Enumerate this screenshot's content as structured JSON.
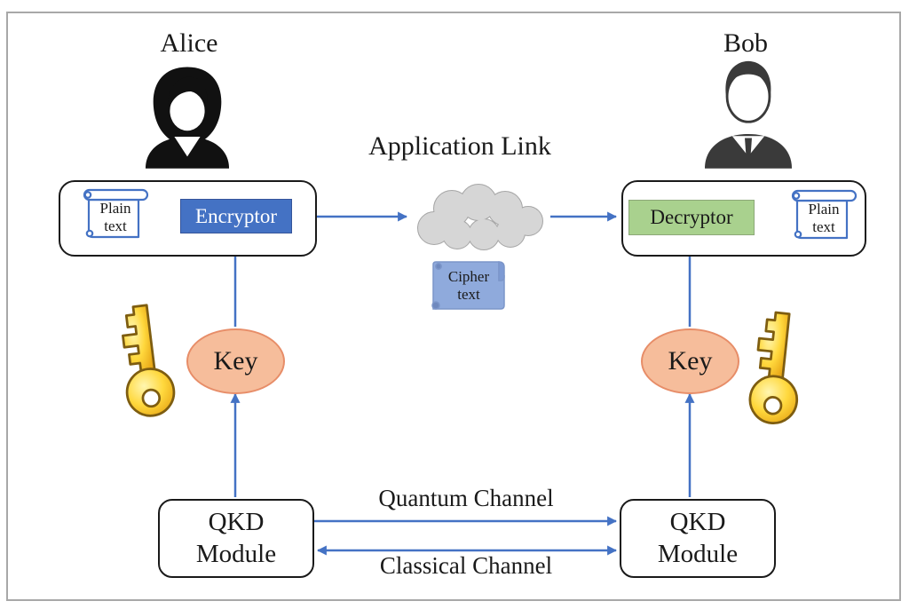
{
  "figure": {
    "alice_label": "Alice",
    "bob_label": "Bob",
    "application_link_label": "Application Link",
    "alice_section": {
      "plain_text_scroll": "Plain\ntext",
      "encryptor_label": "Encryptor",
      "key_label": "Key",
      "qkd_module_label": "QKD\nModule"
    },
    "bob_section": {
      "decryptor_label": "Decryptor",
      "plain_text_scroll": "Plain\ntext",
      "key_label": "Key",
      "qkd_module_label": "QKD\nModule"
    },
    "cipher_text_scroll": "Cipher\ntext",
    "quantum_channel_label": "Quantum Channel",
    "classical_channel_label": "Classical Channel"
  },
  "icons": {
    "alice_avatar": "female-user-icon",
    "bob_avatar": "male-user-icon",
    "network_cloud": "cloud-icon",
    "alice_key": "gold-key-icon",
    "bob_key": "gold-key-icon",
    "plain_text": "scroll-icon",
    "cipher_text": "scroll-icon"
  },
  "colors": {
    "arrow": "#4472C4",
    "encryptor_fill": "#4472C4",
    "encryptor_border": "#35549A",
    "encryptor_text": "#FFFFFF",
    "decryptor_fill": "#A9D18E",
    "decryptor_border": "#8CA878",
    "key_ellipse_fill": "#F6BD9B",
    "key_ellipse_border": "#E78D68",
    "cipher_scroll_fill": "#8FAADC",
    "plain_scroll_border": "#4472C4",
    "cloud_fill": "#D6D6D6",
    "cloud_border": "#A6A6A6",
    "terminal_box_border": "#1A1A1A",
    "figure_border": "#A8A8A8",
    "key_icon_gold": "#FFD83D"
  }
}
